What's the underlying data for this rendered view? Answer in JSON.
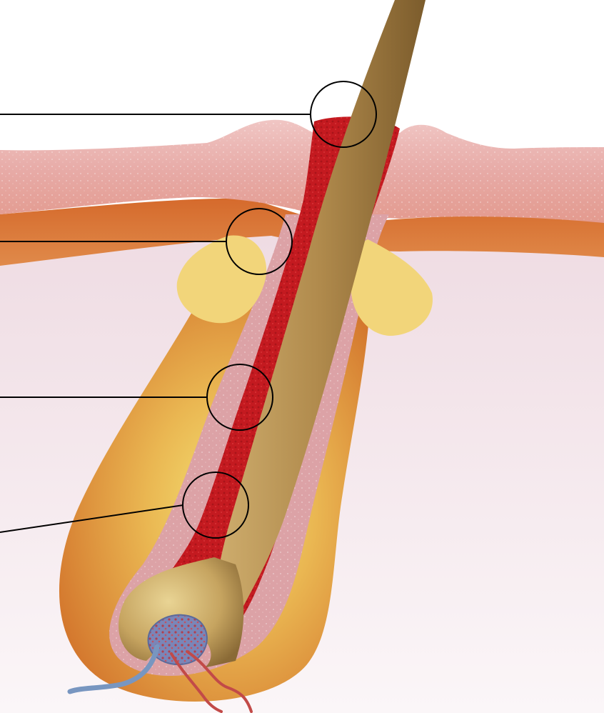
{
  "diagram": {
    "subject": "hair-follicle-cross-section",
    "colors": {
      "background": "#ffffff",
      "dermis_top": "#f4e6ea",
      "dermis_bottom": "#faf3f5",
      "epidermis": "#e6a6a0",
      "epidermis_light": "#efc2bf",
      "subcutaneous_band": "#d8793d",
      "follicle_outer": "#d98a3c",
      "follicle_inner_glow": "#f3dc6a",
      "root_sheath": "#e0a3a8",
      "inflamed_sheath": "#c0181e",
      "hair_shaft": "#b59254",
      "hair_shaft_dark": "#8a6a36",
      "sebaceous_gland": "#f2d57a",
      "papilla": "#6b7fb0",
      "vein": "#7896c0",
      "artery": "#c04040",
      "callout_line": "#000000"
    },
    "callouts": [
      {
        "label": "",
        "icon": "callout-circle"
      },
      {
        "label": "",
        "icon": "callout-circle"
      },
      {
        "label": "",
        "icon": "callout-circle"
      },
      {
        "label": "",
        "icon": "callout-circle"
      }
    ]
  }
}
